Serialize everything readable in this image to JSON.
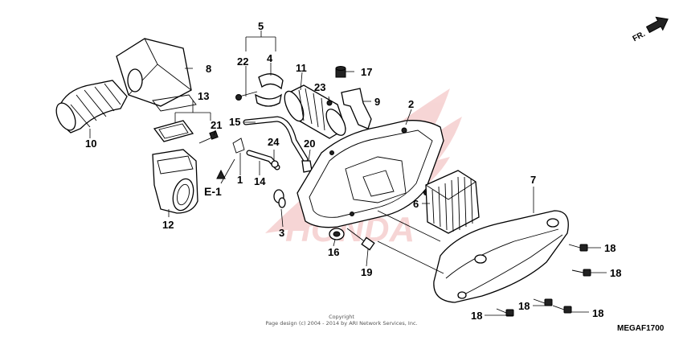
{
  "diagram": {
    "direction_label": "FR.",
    "reference_label": "E-1",
    "callouts": {
      "c1": "1",
      "c2": "2",
      "c3": "3",
      "c4": "4",
      "c5": "5",
      "c6": "6",
      "c7": "7",
      "c8": "8",
      "c9": "9",
      "c10": "10",
      "c11": "11",
      "c12": "12",
      "c13": "13",
      "c14": "14",
      "c15": "15",
      "c16": "16",
      "c17": "17",
      "c18a": "18",
      "c18b": "18",
      "c18c": "18",
      "c18d": "18",
      "c18e": "18",
      "c19": "19",
      "c20": "20",
      "c21": "21",
      "c22": "22",
      "c23": "23",
      "c24": "24"
    },
    "watermark": "HONDA",
    "footer_line1": "Copyright",
    "footer_line2": "Page design (c) 2004 - 2014 by ARI Network Services, Inc.",
    "diagram_code": "MEGAF1700"
  }
}
